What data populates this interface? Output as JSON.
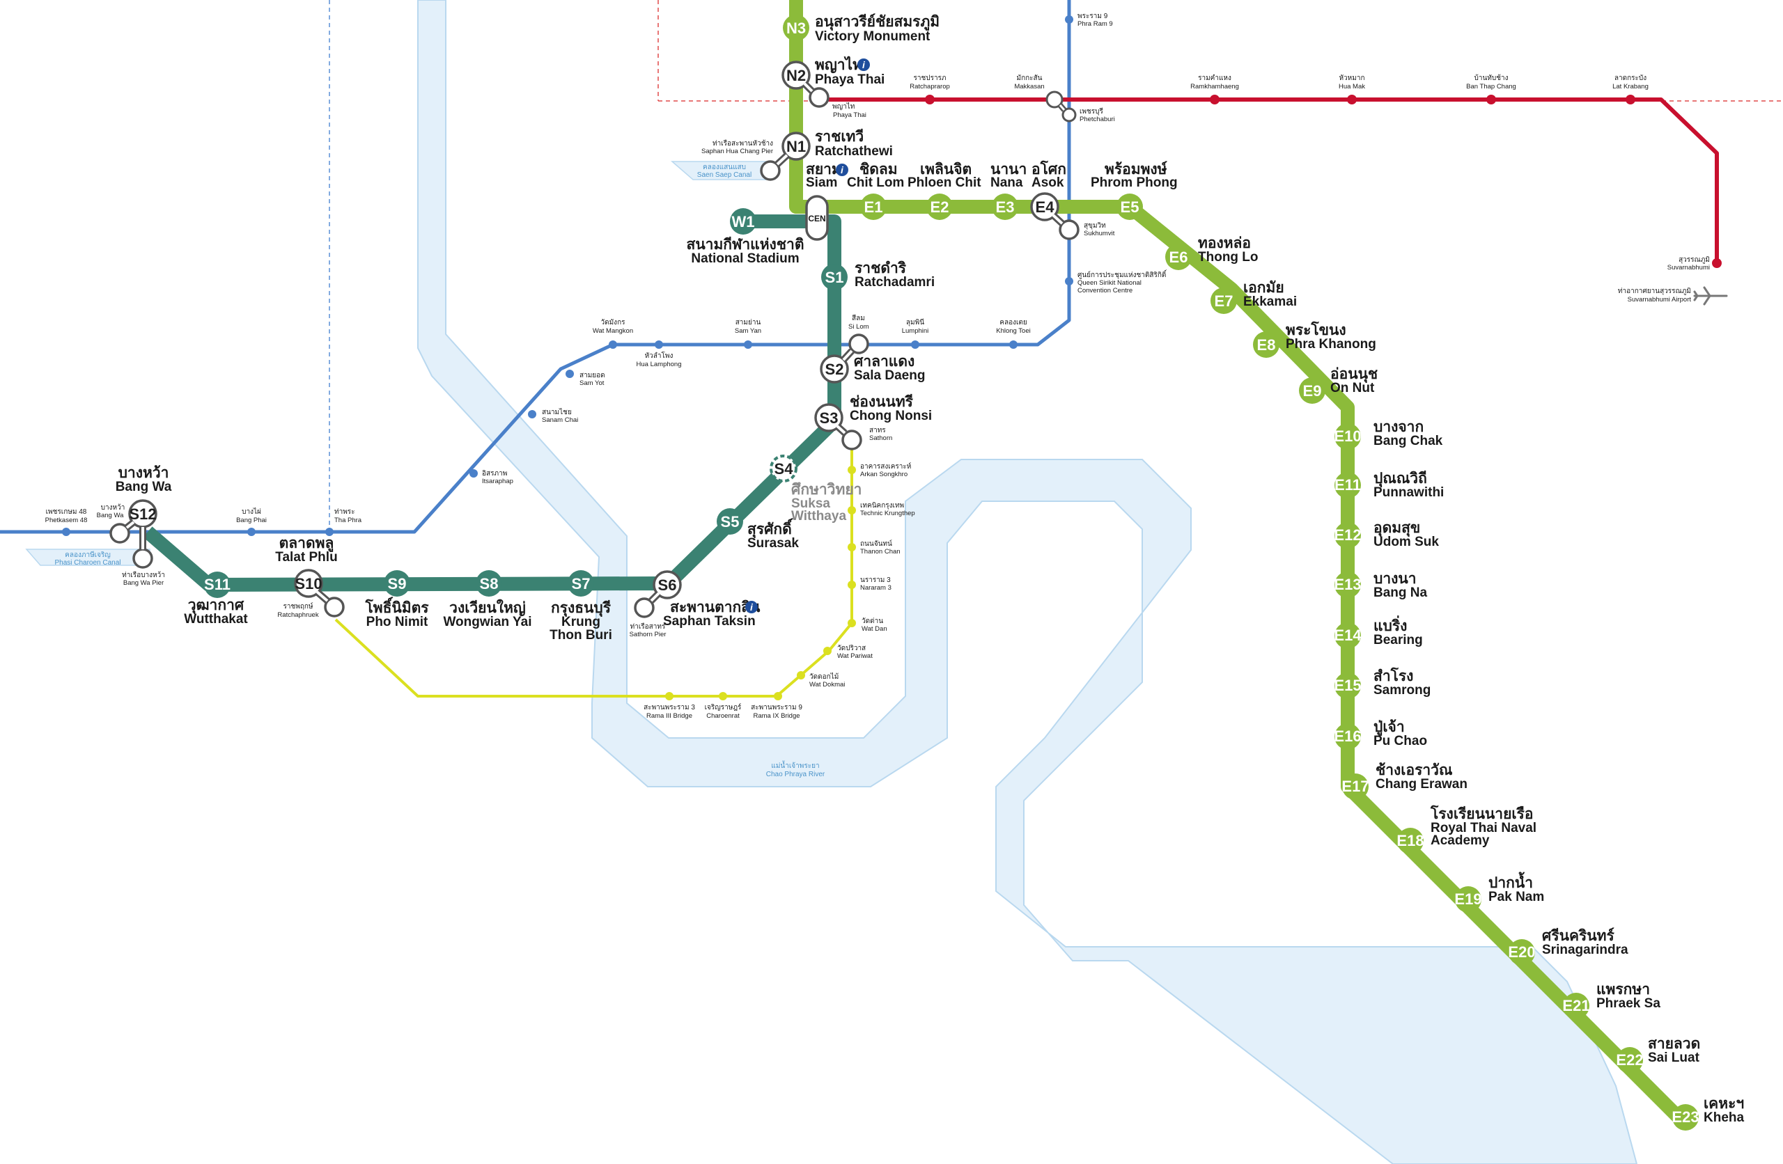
{
  "colors": {
    "sukhumvit": "#8cbb3a",
    "silom": "#3b8272",
    "blue_line": "#4a80c9",
    "red_line": "#c8102e",
    "gold_line": "#dbe020",
    "river": "#e3f0fa",
    "river_edge": "#b9d8ef"
  },
  "sukhumvit_line": {
    "stations": [
      {
        "code": "N3",
        "th": "อนุสาวรีย์ชัยสมรภูมิ",
        "en": "Victory Monument"
      },
      {
        "code": "N2",
        "th": "พญาไท",
        "en": "Phaya Thai",
        "info": true
      },
      {
        "code": "N1",
        "th": "ราชเทวี",
        "en": "Ratchathewi"
      },
      {
        "code": "CEN",
        "th": "สยาม",
        "en": "Siam",
        "info": true
      },
      {
        "code": "E1",
        "th": "ชิดลม",
        "en": "Chit Lom"
      },
      {
        "code": "E2",
        "th": "เพลินจิต",
        "en": "Phloen Chit"
      },
      {
        "code": "E3",
        "th": "นานา",
        "en": "Nana"
      },
      {
        "code": "E4",
        "th": "อโศก",
        "en": "Asok"
      },
      {
        "code": "E5",
        "th": "พร้อมพงษ์",
        "en": "Phrom Phong"
      },
      {
        "code": "E6",
        "th": "ทองหล่อ",
        "en": "Thong Lo"
      },
      {
        "code": "E7",
        "th": "เอกมัย",
        "en": "Ekkamai"
      },
      {
        "code": "E8",
        "th": "พระโขนง",
        "en": "Phra Khanong"
      },
      {
        "code": "E9",
        "th": "อ่อนนุช",
        "en": "On Nut"
      },
      {
        "code": "E10",
        "th": "บางจาก",
        "en": "Bang Chak"
      },
      {
        "code": "E11",
        "th": "ปุณณวิถี",
        "en": "Punnawithi"
      },
      {
        "code": "E12",
        "th": "อุดมสุข",
        "en": "Udom Suk"
      },
      {
        "code": "E13",
        "th": "บางนา",
        "en": "Bang Na"
      },
      {
        "code": "E14",
        "th": "แบริ่ง",
        "en": "Bearing"
      },
      {
        "code": "E15",
        "th": "สำโรง",
        "en": "Samrong"
      },
      {
        "code": "E16",
        "th": "ปู่เจ้า",
        "en": "Pu Chao"
      },
      {
        "code": "E17",
        "th": "ช้างเอราวัณ",
        "en": "Chang Erawan"
      },
      {
        "code": "E18",
        "th": "โรงเรียนนายเรือ",
        "en": "Royal Thai Naval",
        "en2": "Academy"
      },
      {
        "code": "E19",
        "th": "ปากน้ำ",
        "en": "Pak Nam"
      },
      {
        "code": "E20",
        "th": "ศรีนครินทร์",
        "en": "Srinagarindra"
      },
      {
        "code": "E21",
        "th": "แพรกษา",
        "en": "Phraek Sa"
      },
      {
        "code": "E22",
        "th": "สายลวด",
        "en": "Sai Luat"
      },
      {
        "code": "E23",
        "th": "เคหะฯ",
        "en": "Kheha"
      }
    ]
  },
  "silom_line": {
    "stations": [
      {
        "code": "W1",
        "th": "สนามกีฬาแห่งชาติ",
        "en": "National Stadium"
      },
      {
        "code": "S1",
        "th": "ราชดำริ",
        "en": "Ratchadamri"
      },
      {
        "code": "S2",
        "th": "ศาลาแดง",
        "en": "Sala Daeng"
      },
      {
        "code": "S3",
        "th": "ช่องนนทรี",
        "en": "Chong Nonsi"
      },
      {
        "code": "S4",
        "th": "ศึกษาวิทยา",
        "en": "Suksa",
        "en2": "Witthaya"
      },
      {
        "code": "S5",
        "th": "สุรศักดิ์",
        "en": "Surasak"
      },
      {
        "code": "S6",
        "th": "สะพานตากสิน",
        "en": "Saphan Taksin",
        "info": true
      },
      {
        "code": "S7",
        "th": "กรุงธนบุรี",
        "en": "Krung",
        "en2": "Thon Buri"
      },
      {
        "code": "S8",
        "th": "วงเวียนใหญ่",
        "en": "Wongwian Yai"
      },
      {
        "code": "S9",
        "th": "โพธิ์นิมิตร",
        "en": "Pho Nimit"
      },
      {
        "code": "S10",
        "th": "ตลาดพลู",
        "en": "Talat Phlu"
      },
      {
        "code": "S11",
        "th": "วุฒากาศ",
        "en": "Wutthakat"
      },
      {
        "code": "S12",
        "th": "บางหว้า",
        "en": "Bang Wa"
      }
    ]
  },
  "blue_line": {
    "stations": [
      {
        "th": "พระราม 9",
        "en": "Phra Ram 9"
      },
      {
        "th": "เพชรบุรี",
        "en": "Phetchaburi"
      },
      {
        "th": "สุขุมวิท",
        "en": "Sukhumvit"
      },
      {
        "th": "ศูนย์การประชุมแห่งชาติสิริกิติ์",
        "en": "Queen Sirikit National",
        "en2": "Convention Centre"
      },
      {
        "th": "คลองเตย",
        "en": "Khlong Toei"
      },
      {
        "th": "ลุมพินี",
        "en": "Lumphini"
      },
      {
        "th": "สีลม",
        "en": "Si Lom"
      },
      {
        "th": "สามย่าน",
        "en": "Sam Yan"
      },
      {
        "th": "หัวลำโพง",
        "en": "Hua Lamphong"
      },
      {
        "th": "วัดมังกร",
        "en": "Wat Mangkon"
      },
      {
        "th": "สามยอด",
        "en": "Sam Yot"
      },
      {
        "th": "สนามไชย",
        "en": "Sanam Chai"
      },
      {
        "th": "อิสรภาพ",
        "en": "Itsaraphap"
      },
      {
        "th": "ท่าพระ",
        "en": "Tha Phra"
      },
      {
        "th": "บางไผ่",
        "en": "Bang Phai"
      },
      {
        "th": "บางหว้า",
        "en": "Bang Wa"
      },
      {
        "th": "เพชรเกษม 48",
        "en": "Phetkasem 48"
      }
    ]
  },
  "airport_rail_link": {
    "stations": [
      {
        "th": "ราชปรารภ",
        "en": "Ratchaprarop"
      },
      {
        "th": "มักกะสัน",
        "en": "Makkasan"
      },
      {
        "th": "รามคำแหง",
        "en": "Ramkhamhaeng"
      },
      {
        "th": "หัวหมาก",
        "en": "Hua Mak"
      },
      {
        "th": "บ้านทับช้าง",
        "en": "Ban Thap Chang"
      },
      {
        "th": "ลาดกระบัง",
        "en": "Lat Krabang"
      },
      {
        "th": "สุวรรณภูมิ",
        "en": "Suvarnabhumi"
      },
      {
        "th": "พญาไท",
        "en": "Phaya Thai"
      }
    ],
    "airport": {
      "th": "ท่าอากาศยานสุวรรณภูมิ",
      "en": "Suvarnabhumi Airport",
      "icon": "airplane-icon"
    }
  },
  "gold_line": {
    "stations": [
      {
        "th": "สาทร",
        "en": "Sathorn"
      },
      {
        "th": "อาคารสงเคราะห์",
        "en": "Arkan Songkhro"
      },
      {
        "th": "เทคนิคกรุงเทพ",
        "en": "Technic Krungthep"
      },
      {
        "th": "ถนนจันทน์",
        "en": "Thanon Chan"
      },
      {
        "th": "นราราม 3",
        "en": "Nararam 3"
      },
      {
        "th": "วัดด่าน",
        "en": "Wat Dan"
      },
      {
        "th": "วัดปริวาส",
        "en": "Wat Pariwat"
      },
      {
        "th": "วัดดอกไม้",
        "en": "Wat Dokmai"
      },
      {
        "th": "สะพานพระราม 9",
        "en": "Rama IX Bridge"
      },
      {
        "th": "เจริญราษฎร์",
        "en": "Charoenrat"
      },
      {
        "th": "สะพานพระราม 3",
        "en": "Rama III Bridge"
      },
      {
        "th": "ราชพฤกษ์",
        "en": "Ratchaphruek"
      }
    ]
  },
  "piers": [
    {
      "th": "ท่าเรือสะพานหัวช้าง",
      "en": "Saphan Hua Chang Pier"
    },
    {
      "th": "ท่าเรือสาทร",
      "en": "Sathorn Pier"
    },
    {
      "th": "ท่าเรือบางหว้า",
      "en": "Bang Wa Pier"
    }
  ],
  "canals": [
    {
      "th": "คลองแสนแสบ",
      "en": "Saen Saep Canal"
    },
    {
      "th": "คลองภาษีเจริญ",
      "en": "Phasi Charoen Canal"
    }
  ],
  "river": {
    "th": "แม่น้ำเจ้าพระยา",
    "en": "Chao Phraya River"
  },
  "info_mark": "i"
}
